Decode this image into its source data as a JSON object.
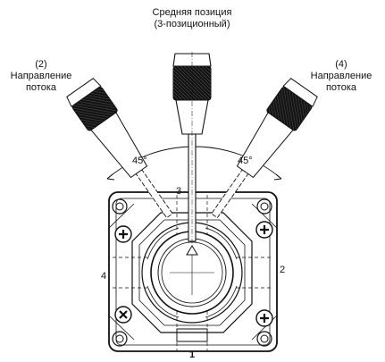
{
  "labels": {
    "center_line1": "Средняя позиция",
    "center_line2": "(3-позиционный)",
    "left_line1": "(2)",
    "left_line2": "Направление",
    "left_line3": "потока",
    "right_line1": "(4)",
    "right_line2": "Направление",
    "right_line3": "потока"
  },
  "angles": {
    "left": "45°",
    "right": "45°"
  },
  "ports": {
    "top": "3",
    "right": "2",
    "bottom": "1",
    "left": "4"
  }
}
